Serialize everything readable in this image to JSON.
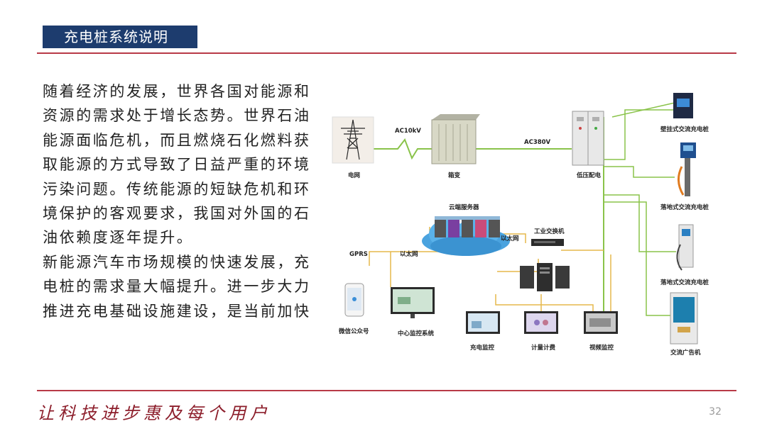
{
  "header": {
    "title": "充电桩系统说明"
  },
  "body": {
    "paragraph1": "随着经济的发展，世界各国对能源和资源的需求处于增长态势。世界石油能源面临危机，而且燃烧石化燃料获取能源的方式导致了日益严重的环境污染问题。传统能源的短缺危机和环境保护的客观要求，我国对外国的石油依赖度逐年提升。",
    "paragraph2": "新能源汽车市场规模的快速发展，充电桩的需求量大幅提升。进一步大力推进充电基础设施建设，是当前加快"
  },
  "diagram": {
    "grid_label": "电网",
    "ac10kv": "AC10kV",
    "box_transformer": "箱变",
    "ac380v": "AC380V",
    "low_voltage": "低压配电",
    "cloud_server": "云端服务器",
    "ethernet1": "以太网",
    "ethernet2": "以太网",
    "gprs": "GPRS",
    "industrial_switch": "工业交换机",
    "wechat": "微信公众号",
    "center_monitor": "中心监控系统",
    "charge_monitor": "充电监控",
    "billing": "计量计费",
    "video_monitor": "视频监控",
    "wall_charger": "壁挂式交流充电桩",
    "floor_charger1": "落地式交流充电桩",
    "floor_charger2": "落地式交流充电桩",
    "ad_machine": "交流广告机",
    "colors": {
      "power_line": "#8ac34a",
      "data_line": "#e6b94c",
      "accent": "#1d3c6e"
    }
  },
  "footer": {
    "slogan": "让科技进步惠及每个用户",
    "page": "32"
  }
}
